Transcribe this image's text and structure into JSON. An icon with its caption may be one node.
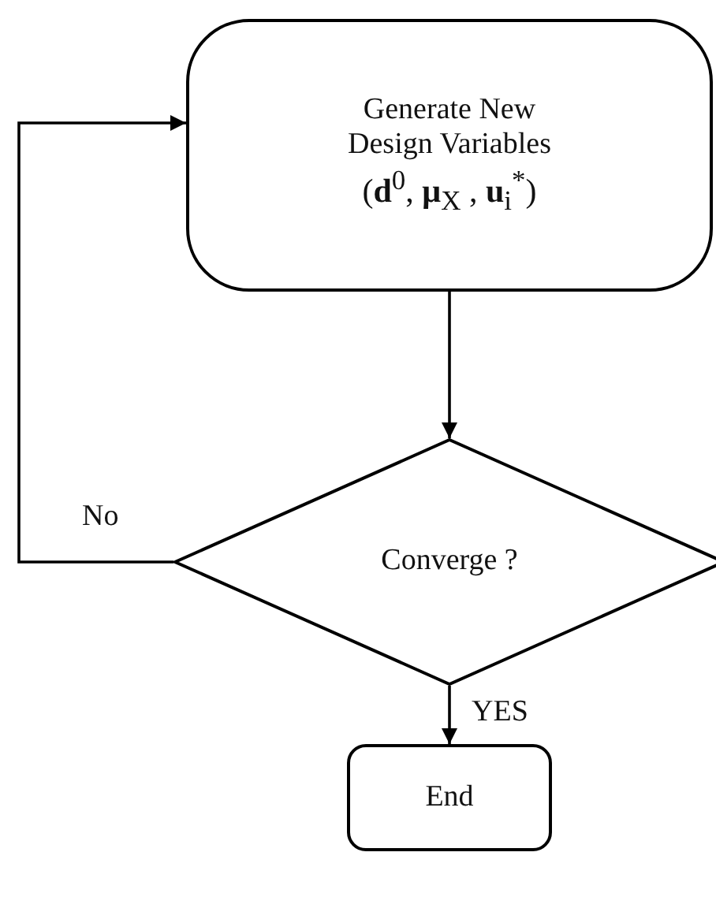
{
  "diagram": {
    "nodes": [
      {
        "text": [
          "Generate New Design Variables",
          "(**d**$^{0}$, **μ**$_{X}$ , **u**$_{i}$$^{*}$)"
        ]
      },
      {
        "text": [
          "Converge ?"
        ]
      },
      {
        "text": [
          "End"
        ]
      }
    ],
    "edges": [
      {
        "from": 0,
        "to": 1,
        "arrow": "to"
      },
      {
        "from": 1,
        "to": 0,
        "arrow": "to",
        "label": "No"
      },
      {
        "from": 1,
        "to": 2,
        "arrow": "to",
        "label": "YES"
      }
    ]
  }
}
